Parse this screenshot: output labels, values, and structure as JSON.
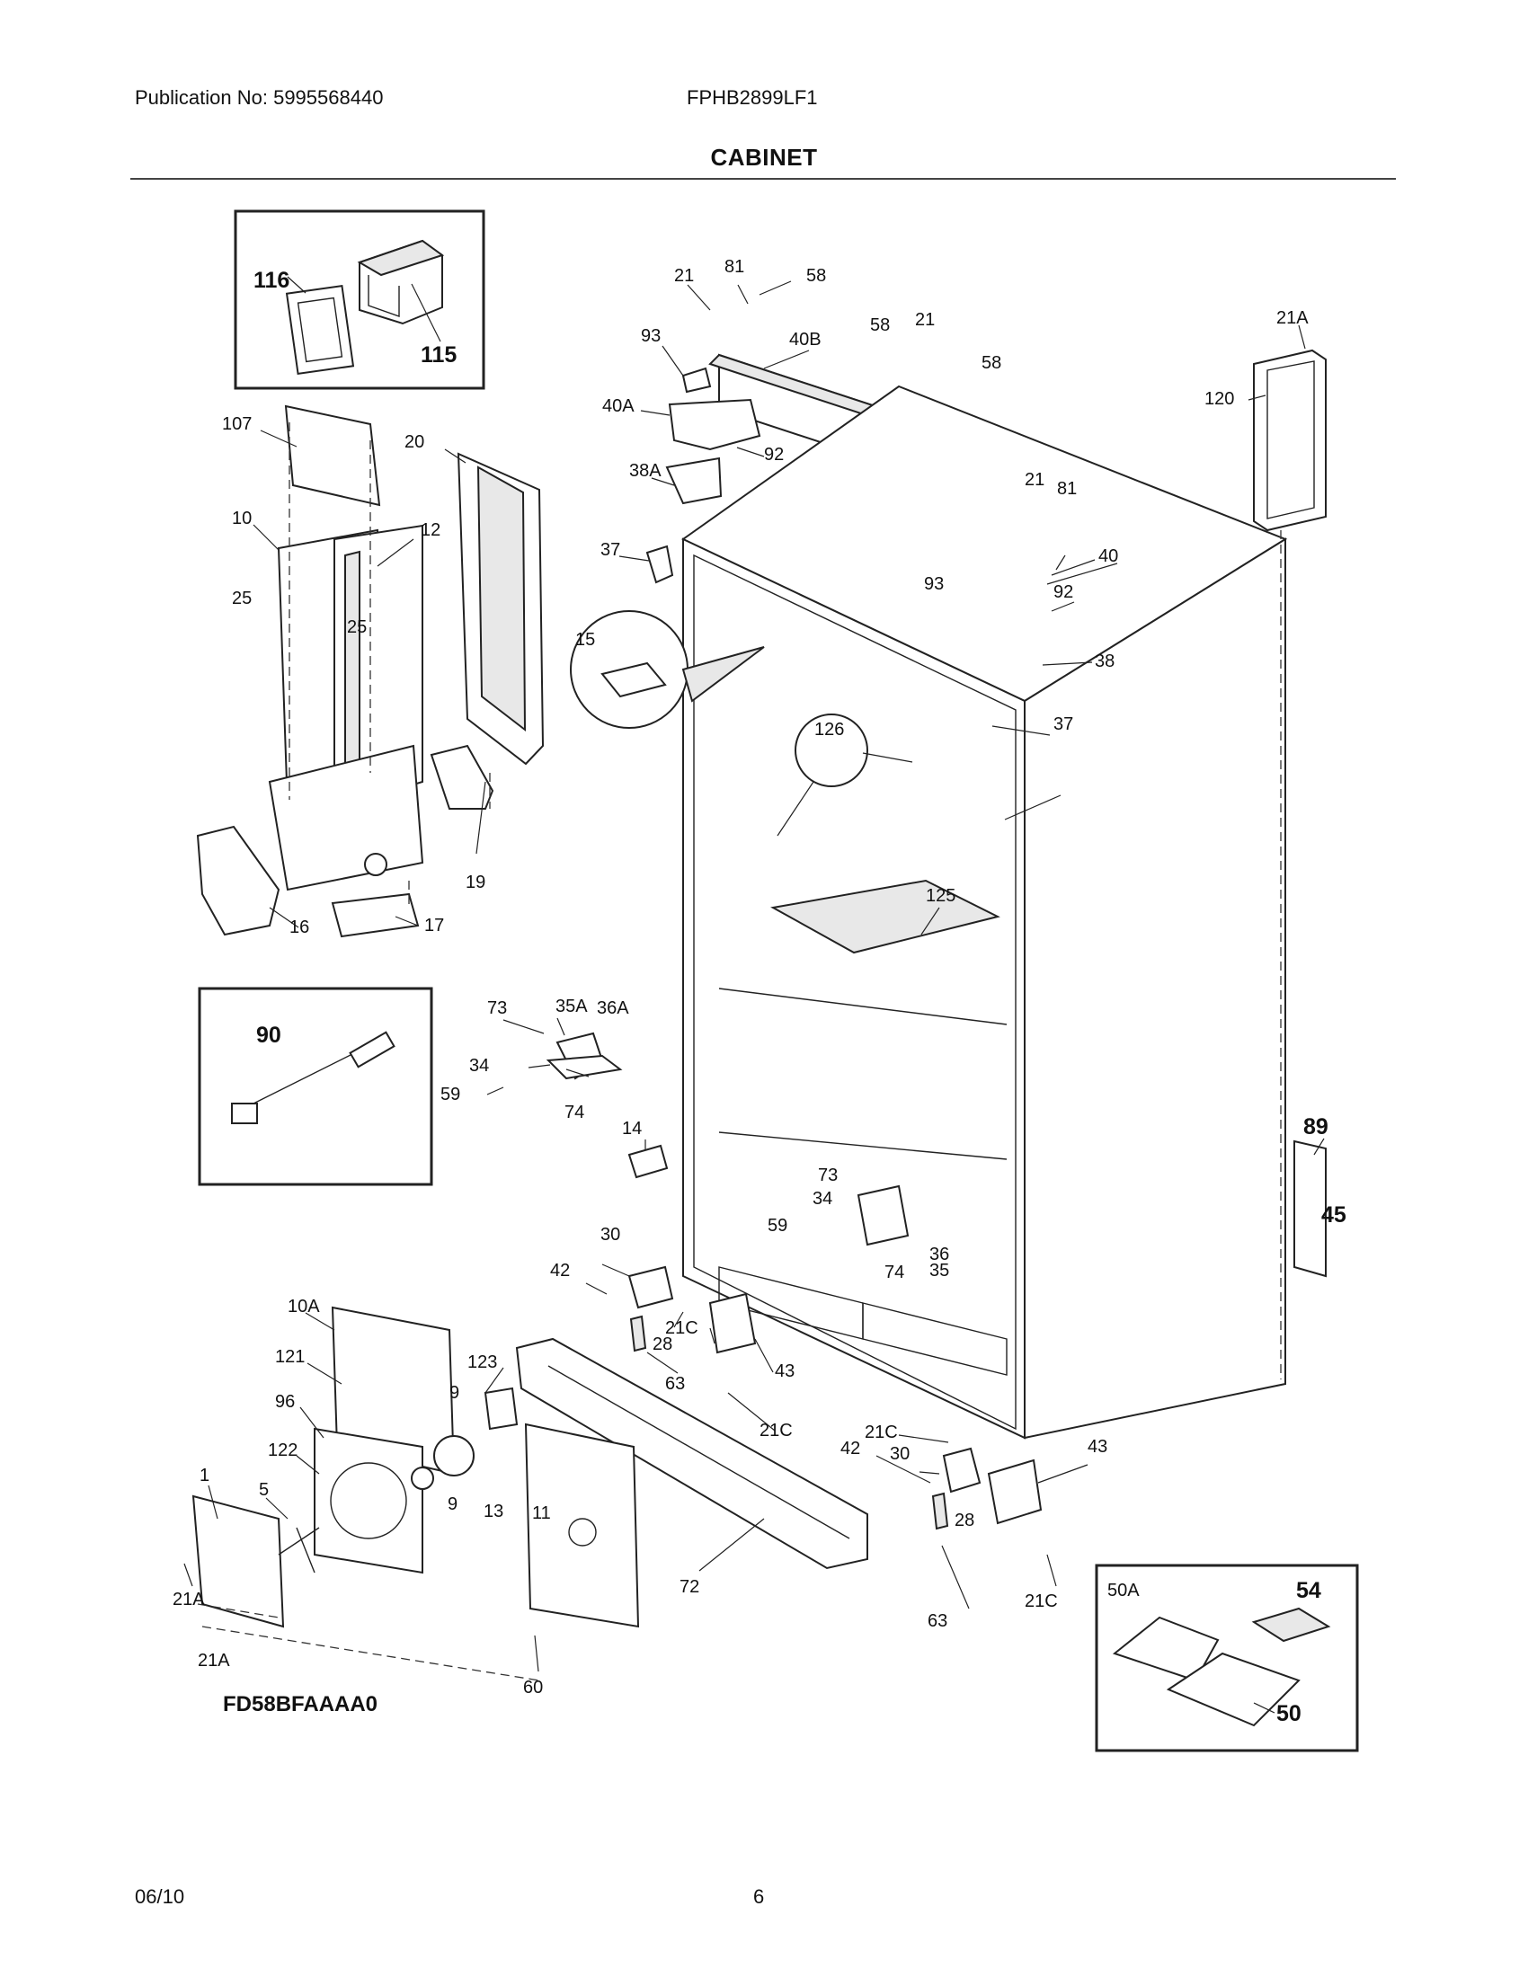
{
  "header": {
    "publication": "Publication No: 5995568440",
    "model": "FPHB2899LF1",
    "title": "CABINET"
  },
  "diagram_code": "FD58BFAAAA0",
  "footer": {
    "date": "06/10",
    "page": "6"
  },
  "callouts": {
    "c116": "116",
    "c115": "115",
    "c107": "107",
    "c20": "20",
    "c10": "10",
    "c12": "12",
    "c25a": "25",
    "c25b": "25",
    "c19": "19",
    "c16": "16",
    "c17": "17",
    "c21_top": "21",
    "c81_top": "81",
    "c58_top": "58",
    "c93_top": "93",
    "c40B": "40B",
    "c58_b": "58",
    "c21_b": "21",
    "c58_c": "58",
    "c40A": "40A",
    "c92_a": "92",
    "c38A": "38A",
    "c37_a": "37",
    "c21_r": "21",
    "c81_r": "81",
    "c93_r": "93",
    "c40": "40",
    "c92_b": "92",
    "c38": "38",
    "c15": "15",
    "c126": "126",
    "c37_b": "37",
    "c21A_top": "21A",
    "c120": "120",
    "c125": "125",
    "c90": "90",
    "c73_a": "73",
    "c35A": "35A",
    "c36A": "36A",
    "c34_a": "34",
    "c59_a": "59",
    "c74_a": "74",
    "c14": "14",
    "c89": "89",
    "c45": "45",
    "c73_b": "73",
    "c34_b": "34",
    "c59_b": "59",
    "c36": "36",
    "c74_b": "74",
    "c35": "35",
    "c30_a": "30",
    "c42_a": "42",
    "c21C_a": "21C",
    "c28_a": "28",
    "c43_a": "43",
    "c63_a": "63",
    "c21C_b": "21C",
    "c10A": "10A",
    "c121": "121",
    "c123": "123",
    "c96": "96",
    "c9_a": "9",
    "c122": "122",
    "c9_b": "9",
    "c13": "13",
    "c11": "11",
    "c1": "1",
    "c5": "5",
    "c21A_a": "21A",
    "c21A_b": "21A",
    "c60": "60",
    "c72": "72",
    "c21C_c": "21C",
    "c42_b": "42",
    "c30_b": "30",
    "c43_b": "43",
    "c28_b": "28",
    "c63_b": "63",
    "c21C_d": "21C",
    "c50A": "50A",
    "c54": "54",
    "c50": "50"
  }
}
